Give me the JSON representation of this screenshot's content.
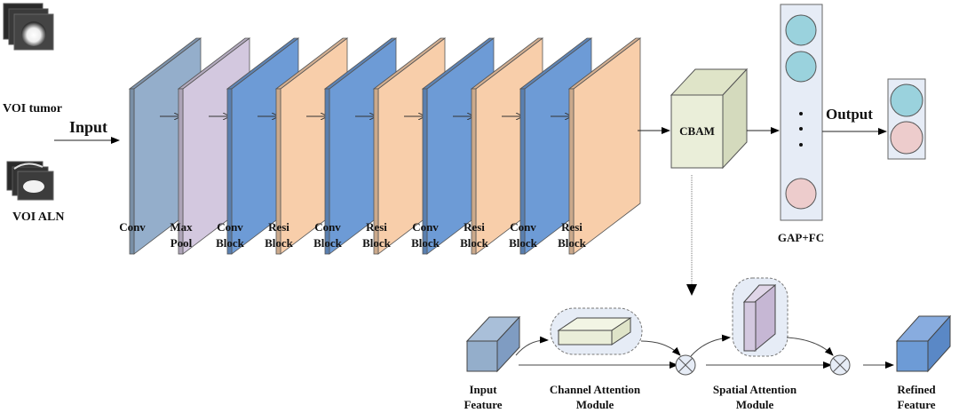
{
  "inputs": {
    "tumor_label": "VOI tumor",
    "aln_label": "VOI ALN",
    "input_label": "Input"
  },
  "layers": [
    {
      "line1": "Conv",
      "line2": "",
      "kind": "conv"
    },
    {
      "line1": "Max",
      "line2": "Pool",
      "kind": "pool"
    },
    {
      "line1": "Conv",
      "line2": "Block",
      "kind": "convblock"
    },
    {
      "line1": "Resi",
      "line2": "Block",
      "kind": "resiblock"
    },
    {
      "line1": "Conv",
      "line2": "Block",
      "kind": "convblock"
    },
    {
      "line1": "Resi",
      "line2": "Block",
      "kind": "resiblock"
    },
    {
      "line1": "Conv",
      "line2": "Block",
      "kind": "convblock"
    },
    {
      "line1": "Resi",
      "line2": "Block",
      "kind": "resiblock"
    },
    {
      "line1": "Conv",
      "line2": "Block",
      "kind": "convblock"
    },
    {
      "line1": "Resi",
      "line2": "Block",
      "kind": "resiblock"
    }
  ],
  "colors": {
    "conv": "#94aecb",
    "pool": "#d3c8df",
    "convblock": "#6d9bd6",
    "resiblock": "#f8ceaa",
    "cbam": "#eaeed9",
    "fc_bg": "#e6ecf6",
    "neuron_teal": "#9ad2dd",
    "neuron_pink": "#edcccc",
    "input_feature": "#94aecb",
    "refined_feature": "#6d9bd6"
  },
  "cbam": {
    "label": "CBAM"
  },
  "fc": {
    "label": "GAP+FC",
    "dots": "•"
  },
  "output": {
    "label": "Output"
  },
  "detail": {
    "input_feature": {
      "line1": "Input",
      "line2": "Feature"
    },
    "channel": {
      "line1": "Channel Attention",
      "line2": "Module"
    },
    "spatial": {
      "line1": "Spatial Attention",
      "line2": "Module"
    },
    "refined": {
      "line1": "Refined",
      "line2": "Feature"
    }
  }
}
